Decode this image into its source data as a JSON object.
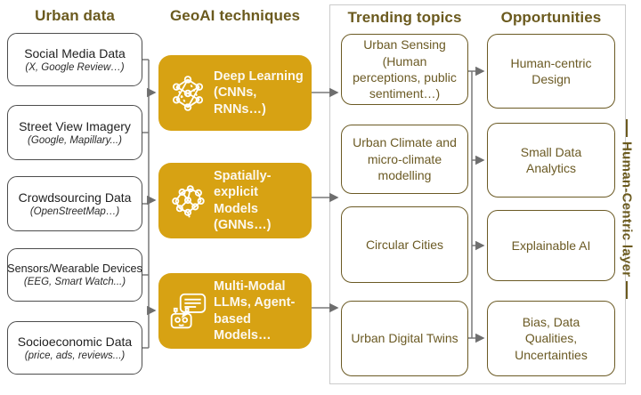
{
  "columns": {
    "urban_data": {
      "title": "Urban data",
      "items": [
        {
          "title": "Social Media Data",
          "subtitle": "(X, Google Review…)"
        },
        {
          "title": "Street View Imagery",
          "subtitle": "(Google, Mapillary...)"
        },
        {
          "title": "Crowdsourcing Data",
          "subtitle": "(OpenStreetMap…)"
        },
        {
          "title": "Sensors/Wearable Devices",
          "subtitle": "(EEG, Smart Watch...)"
        },
        {
          "title": "Socioeconomic Data",
          "subtitle": "(price, ads, reviews...)"
        }
      ]
    },
    "geoai": {
      "title": "GeoAI techniques",
      "items": [
        {
          "icon": "neural-network-icon",
          "lines": [
            "Deep Learning",
            "(CNNs, RNNs…)"
          ]
        },
        {
          "icon": "graph-network-icon",
          "lines": [
            "Spatially-explicit",
            "Models (GNNs…)"
          ]
        },
        {
          "icon": "robot-llm-icon",
          "lines": [
            "Multi-Modal",
            "LLMs, Agent-",
            "based Models…"
          ]
        }
      ]
    },
    "trending": {
      "title": "Trending topics",
      "items": [
        "Urban Sensing (Human perceptions, public sentiment…)",
        "Urban Climate and micro-climate modelling",
        "Circular Cities",
        "Urban Digital Twins"
      ]
    },
    "opportunities": {
      "title": "Opportunities",
      "items": [
        "Human-centric Design",
        "Small Data Analytics",
        "Explainable AI",
        "Bias, Data Qualities, Uncertainties"
      ]
    }
  },
  "side_label": "Human-Centric layer",
  "colors": {
    "gold": "#D7A213",
    "olive_text": "#6B5A1E",
    "box_border_olive": "#6B5A24",
    "data_box_border": "#4D4D4D",
    "connector_gray": "#787878",
    "frame_border": "#CBCBCB"
  }
}
